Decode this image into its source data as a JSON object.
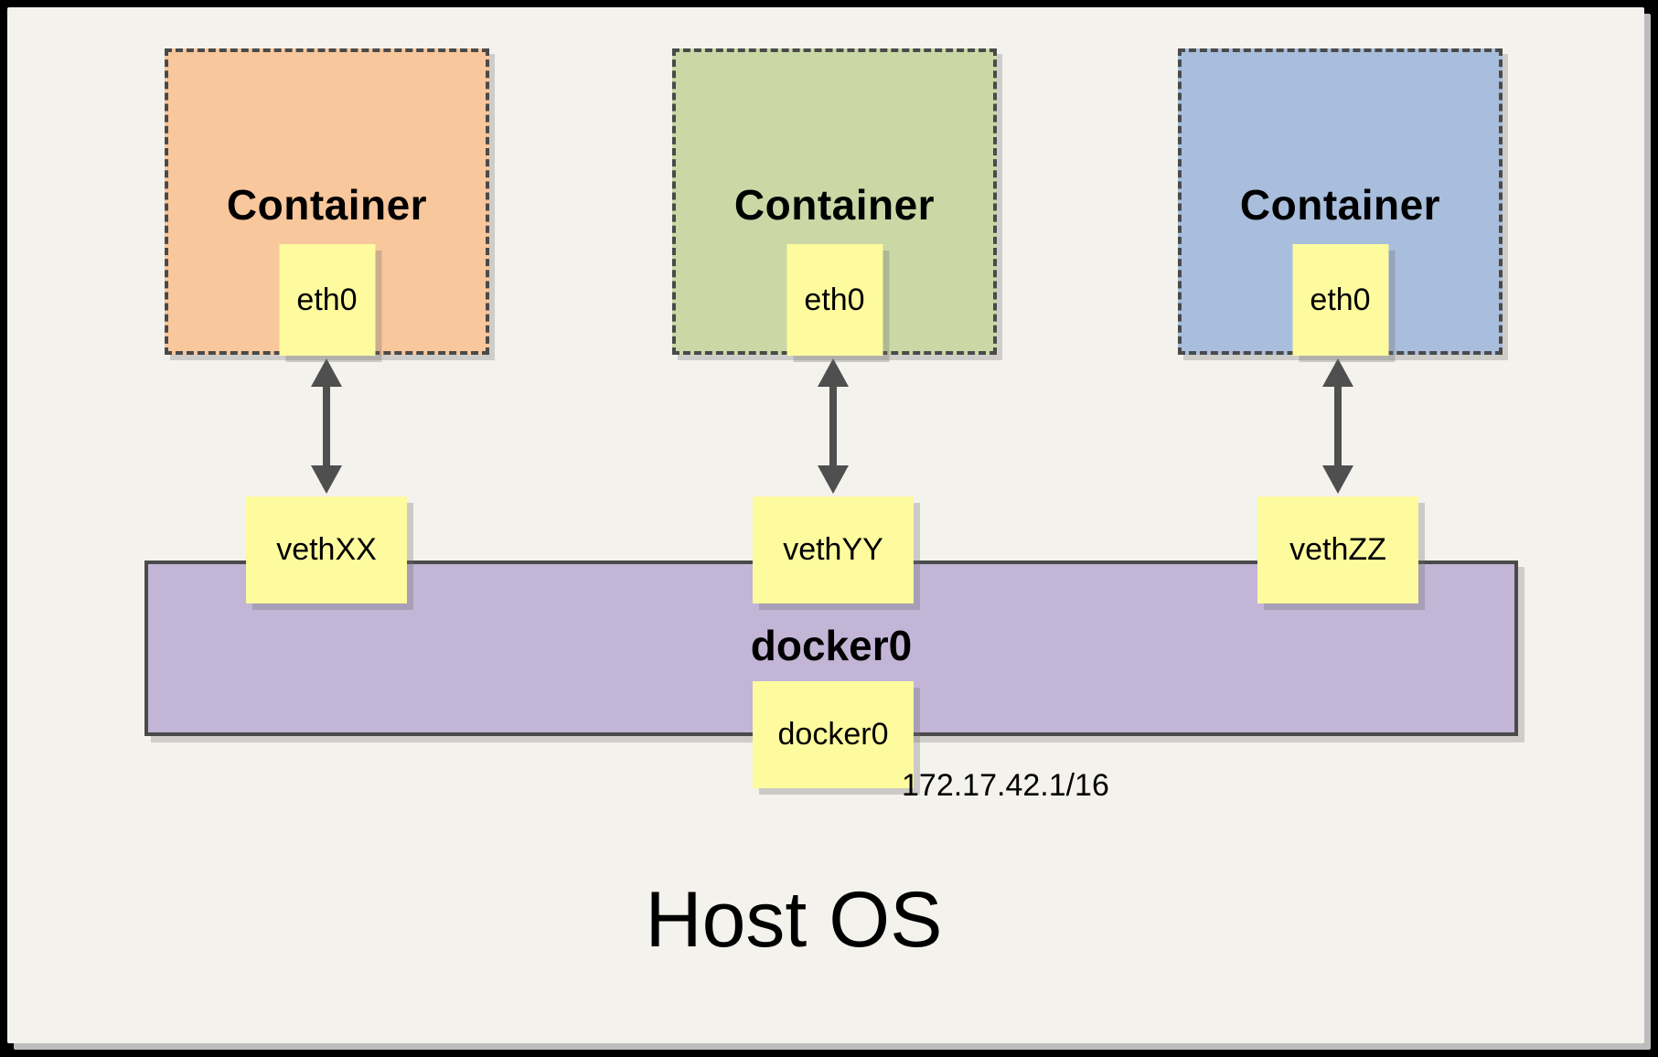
{
  "colors": {
    "background": "#F4F2EC",
    "frame": "#000000",
    "label_yellow": "#FDFB9E",
    "bridge_purple": "#C2B5D6",
    "line_gray": "#4A4A4A"
  },
  "containers": [
    {
      "title": "Container",
      "interface": "eth0",
      "veth": "vethXX",
      "color": "#F9C79C"
    },
    {
      "title": "Container",
      "interface": "eth0",
      "veth": "vethYY",
      "color": "#CBD8A6"
    },
    {
      "title": "Container",
      "interface": "eth0",
      "veth": "vethZZ",
      "color": "#A9BEDC"
    }
  ],
  "bridge": {
    "title": "docker0",
    "interface": "docker0",
    "ip": "172.17.42.1/16",
    "color": "#C2B5D6"
  },
  "host": {
    "label": "Host OS"
  }
}
